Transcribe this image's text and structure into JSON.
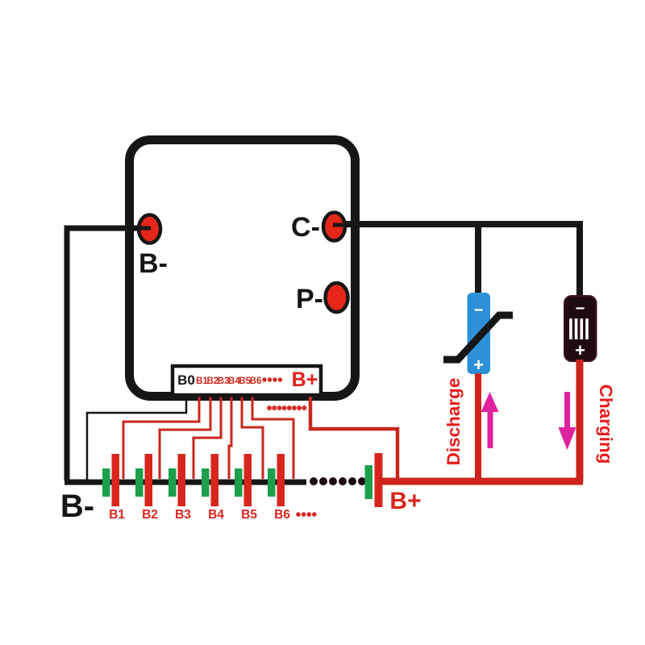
{
  "diagram": "battery-management-system-wiring",
  "colors": {
    "wire_black": "#161616",
    "wire_red": "#c8271e",
    "bus_red": "#cc241c",
    "terminal_red": "#e62619",
    "cell_green": "#1ca04c",
    "cell_red": "#d8251d",
    "label_red": "#e81b1b",
    "arrow_magenta": "#e0219e",
    "load_blue": "#2e90d8",
    "charger_dark": "#200b11"
  },
  "board": {
    "terminal_b_minus": "B-",
    "terminal_c_minus": "C-",
    "terminal_p_minus": "P-",
    "connector": {
      "pin_labels": [
        "B0",
        "B1",
        "B2",
        "B3",
        "B4",
        "B5",
        "B6"
      ],
      "b_plus_label": "B+",
      "continuation_dots": 4
    }
  },
  "battery": {
    "cell_labels": [
      "B1",
      "B2",
      "B3",
      "B4",
      "B5",
      "B6"
    ],
    "pack_negative_label": "B-",
    "pack_positive_label": "B+",
    "pack_continuation_dots": 6,
    "cell_label_continuation_dots": 4,
    "sense_wire_continuation_dots": 8
  },
  "discharge": {
    "label": "Discharge",
    "minus": "−",
    "plus": "+"
  },
  "charging": {
    "label": "Charging",
    "minus": "−",
    "plus": "+"
  }
}
